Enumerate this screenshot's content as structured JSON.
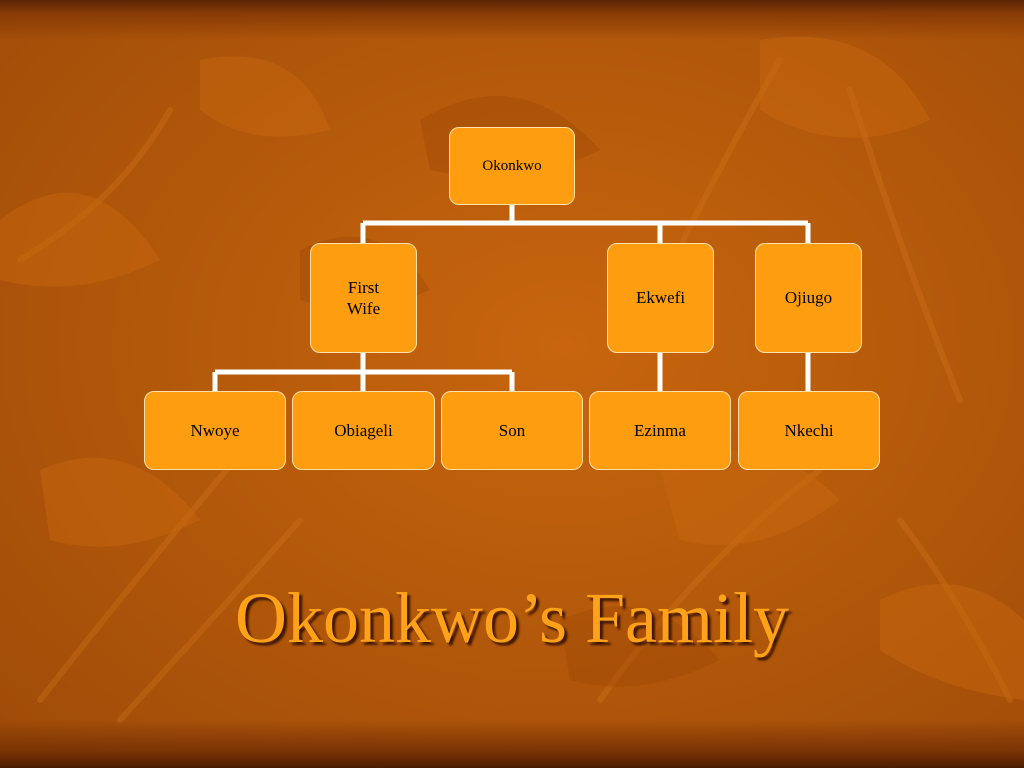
{
  "slide": {
    "title": "Okonkwo’s Family"
  },
  "org_chart": {
    "root": {
      "label": "Okonkwo"
    },
    "wives": [
      {
        "label": "First\nWife"
      },
      {
        "label": "Ekwefi"
      },
      {
        "label": "Ojiugo"
      }
    ],
    "children": [
      {
        "label": "Nwoye"
      },
      {
        "label": "Obiageli"
      },
      {
        "label": "Son"
      },
      {
        "label": "Ezinma"
      },
      {
        "label": "Nkechi"
      }
    ]
  },
  "colors": {
    "background": "#b8590a",
    "node_fill": "#ff9d10",
    "connector": "#ffffff",
    "title": "#ffa21a"
  }
}
